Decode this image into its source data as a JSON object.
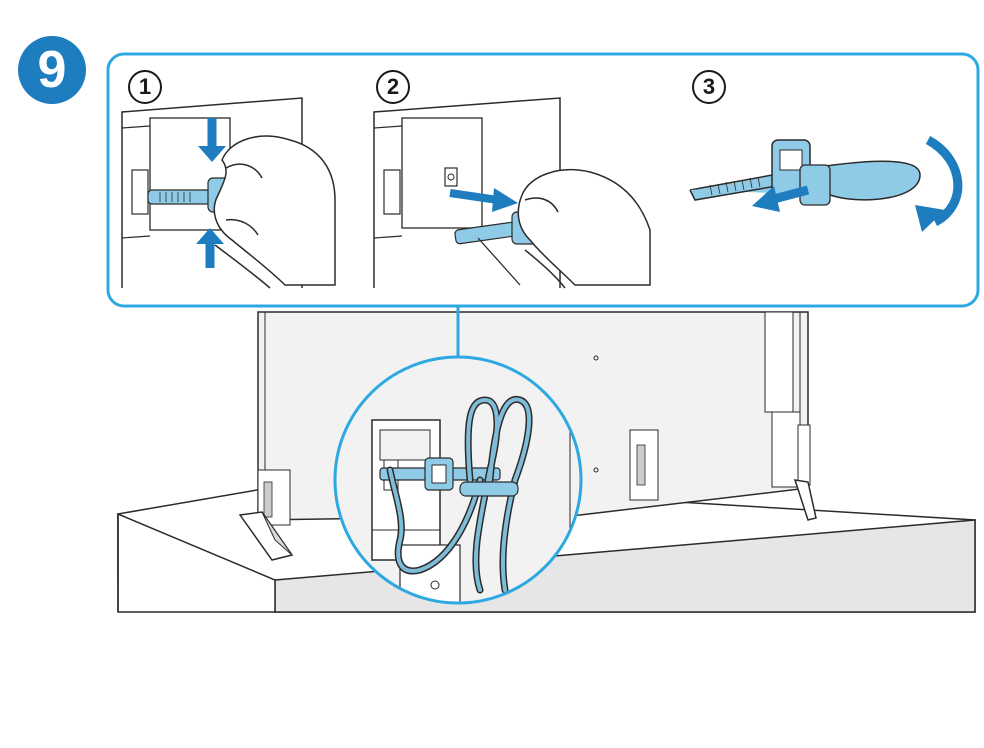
{
  "figure": {
    "step_number": "9",
    "sub_steps": [
      {
        "label": "1"
      },
      {
        "label": "2"
      },
      {
        "label": "3"
      }
    ],
    "colors": {
      "accent": "#1d7dbf",
      "panel_border": "#2da8e0",
      "clip_fill": "#8fcbe6",
      "cable": "#7fbcd8",
      "line": "#2b2b2b",
      "shade": "#e6e6e6"
    },
    "icons": [
      "hand-icon",
      "cable-clip-icon",
      "arrow-icon",
      "rotate-arrow-icon",
      "tv-back-icon",
      "cable-bundle-icon"
    ]
  }
}
